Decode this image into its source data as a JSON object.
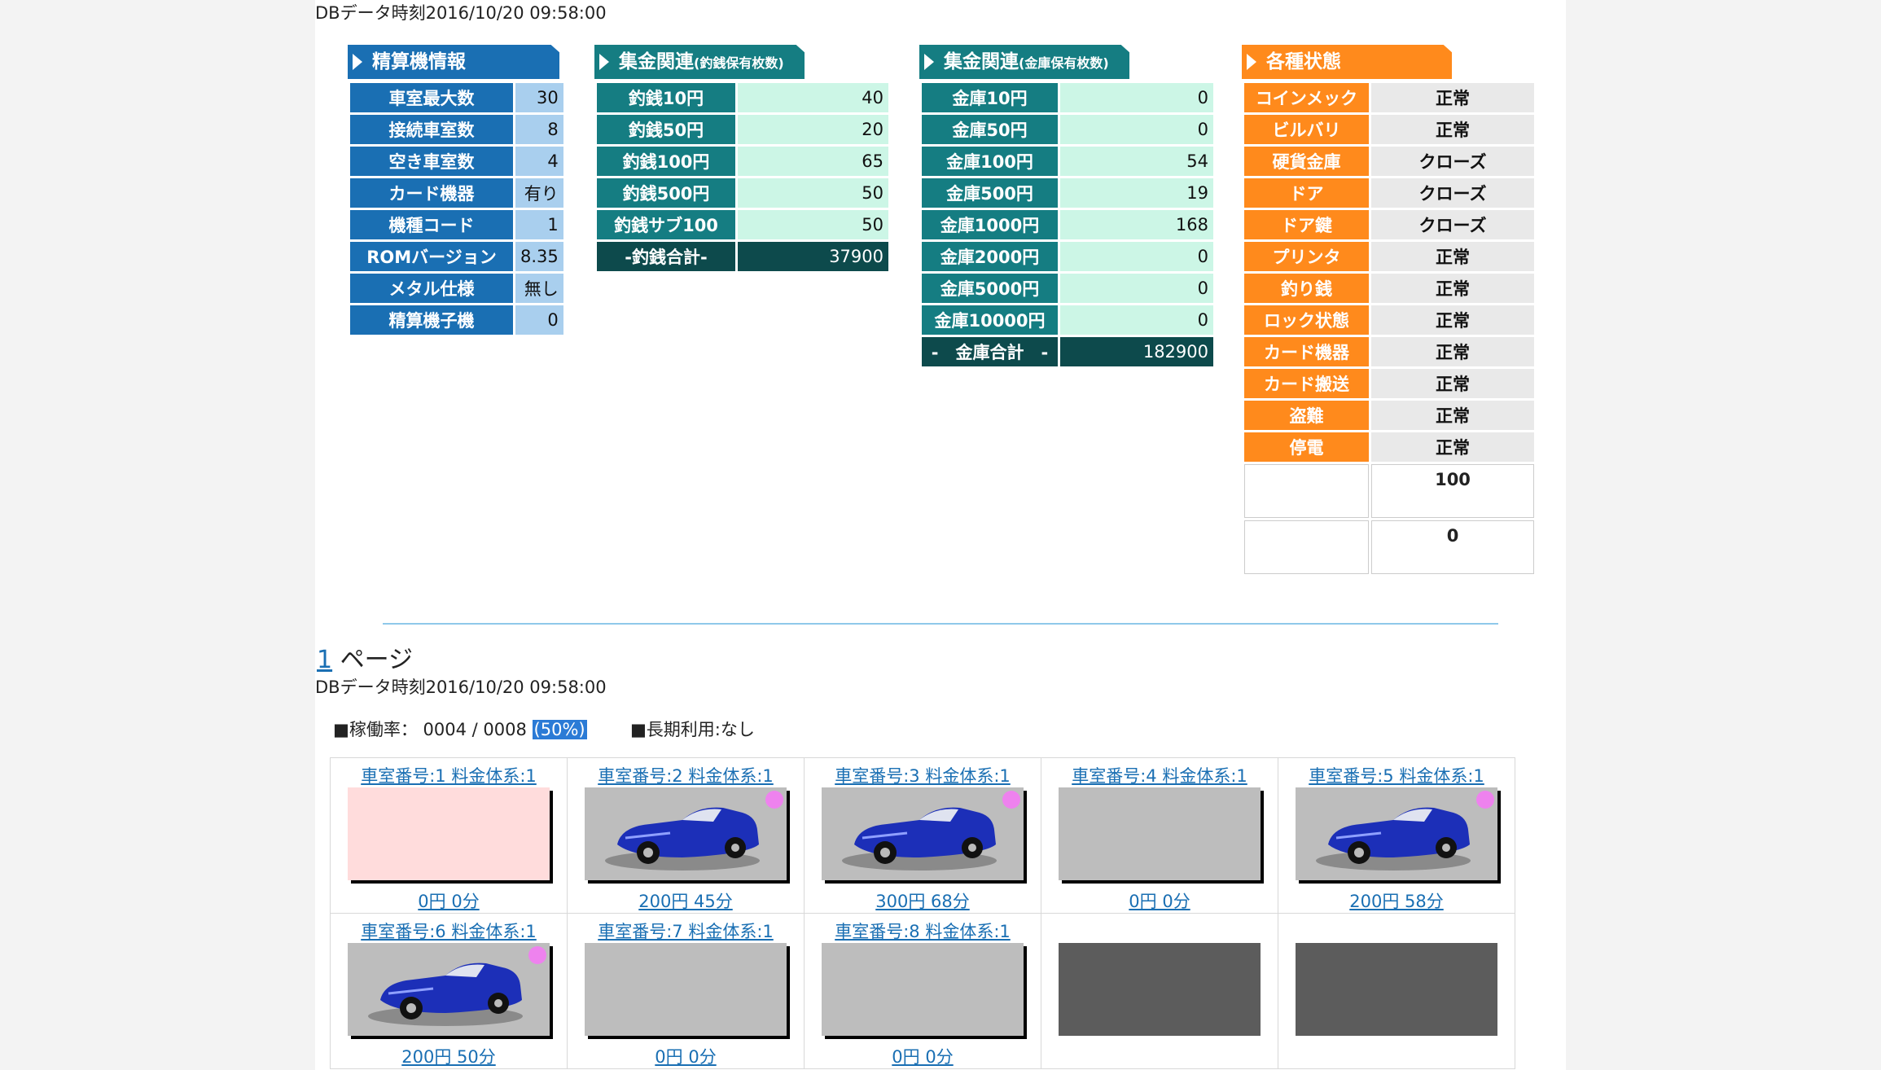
{
  "db_timestamp": "DBデータ時刻2016/10/20 09:58:00",
  "panel_seisan": {
    "title": "精算機情報",
    "rows": [
      {
        "label": "車室最大数",
        "value": "30"
      },
      {
        "label": "接続車室数",
        "value": "8"
      },
      {
        "label": "空き車室数",
        "value": "4"
      },
      {
        "label": "カード機器",
        "value": "有り"
      },
      {
        "label": "機種コード",
        "value": "1"
      },
      {
        "label": "ROMバージョン",
        "value": "8.35"
      },
      {
        "label": "メタル仕様",
        "value": "無し"
      },
      {
        "label": "精算機子機",
        "value": "0"
      }
    ]
  },
  "panel_tsuri": {
    "title": "集金関連",
    "subtitle": "(釣銭保有枚数)",
    "rows": [
      {
        "label": "釣銭10円",
        "value": "40"
      },
      {
        "label": "釣銭50円",
        "value": "20"
      },
      {
        "label": "釣銭100円",
        "value": "65"
      },
      {
        "label": "釣銭500円",
        "value": "50"
      },
      {
        "label": "釣銭サブ100",
        "value": "50"
      }
    ],
    "total": {
      "label": "-釣銭合計-",
      "value": "37900"
    }
  },
  "panel_kinko": {
    "title": "集金関連",
    "subtitle": "(金庫保有枚数)",
    "rows": [
      {
        "label": "金庫10円",
        "value": "0"
      },
      {
        "label": "金庫50円",
        "value": "0"
      },
      {
        "label": "金庫100円",
        "value": "54"
      },
      {
        "label": "金庫500円",
        "value": "19"
      },
      {
        "label": "金庫1000円",
        "value": "168"
      },
      {
        "label": "金庫2000円",
        "value": "0"
      },
      {
        "label": "金庫5000円",
        "value": "0"
      },
      {
        "label": "金庫10000円",
        "value": "0"
      }
    ],
    "total": {
      "label": "-　金庫合計　-",
      "value": "182900"
    }
  },
  "panel_status": {
    "title": "各種状態",
    "rows": [
      {
        "label": "コインメック",
        "value": "正常"
      },
      {
        "label": "ビルバリ",
        "value": "正常"
      },
      {
        "label": "硬貨金庫",
        "value": "クローズ"
      },
      {
        "label": "ドア",
        "value": "クローズ"
      },
      {
        "label": "ドア鍵",
        "value": "クローズ"
      },
      {
        "label": "プリンタ",
        "value": "正常"
      },
      {
        "label": "釣り銭",
        "value": "正常"
      },
      {
        "label": "ロック状態",
        "value": "正常"
      },
      {
        "label": "カード機器",
        "value": "正常"
      },
      {
        "label": "カード搬送",
        "value": "正常"
      },
      {
        "label": "盗難",
        "value": "正常"
      },
      {
        "label": "停電",
        "value": "正常"
      }
    ],
    "extra": [
      "100",
      "0"
    ]
  },
  "pager": {
    "page_number": "1",
    "page_label": " ページ"
  },
  "db_timestamp_2": "DBデータ時刻2016/10/20 09:58:00",
  "status_line": {
    "utilization_label": "■稼働率：",
    "utilization_value": "0004 / 0008",
    "utilization_percent": "(50%)",
    "long_term": "■長期利用:なし"
  },
  "colors": {
    "blue": "#1a6fb3",
    "teal": "#157d82",
    "orange": "#ff8a1c",
    "occupied_dot": "#ee82ee",
    "empty_pink": "#ffdcdc"
  },
  "spaces": [
    {
      "label": "車室番号:1 料金体系:1",
      "state": "empty",
      "price": "0円 0分"
    },
    {
      "label": "車室番号:2 料金体系:1",
      "state": "car",
      "price": "200円 45分"
    },
    {
      "label": "車室番号:3 料金体系:1",
      "state": "car",
      "price": "300円 68分"
    },
    {
      "label": "車室番号:4 料金体系:1",
      "state": "gray",
      "price": "0円 0分"
    },
    {
      "label": "車室番号:5 料金体系:1",
      "state": "car",
      "price": "200円 58分"
    },
    {
      "label": "車室番号:6 料金体系:1",
      "state": "car",
      "price": "200円 50分"
    },
    {
      "label": "車室番号:7 料金体系:1",
      "state": "gray",
      "price": "0円 0分"
    },
    {
      "label": "車室番号:8 料金体系:1",
      "state": "gray",
      "price": "0円 0分"
    },
    {
      "label": "",
      "state": "dark",
      "price": ""
    },
    {
      "label": "",
      "state": "dark",
      "price": ""
    }
  ]
}
